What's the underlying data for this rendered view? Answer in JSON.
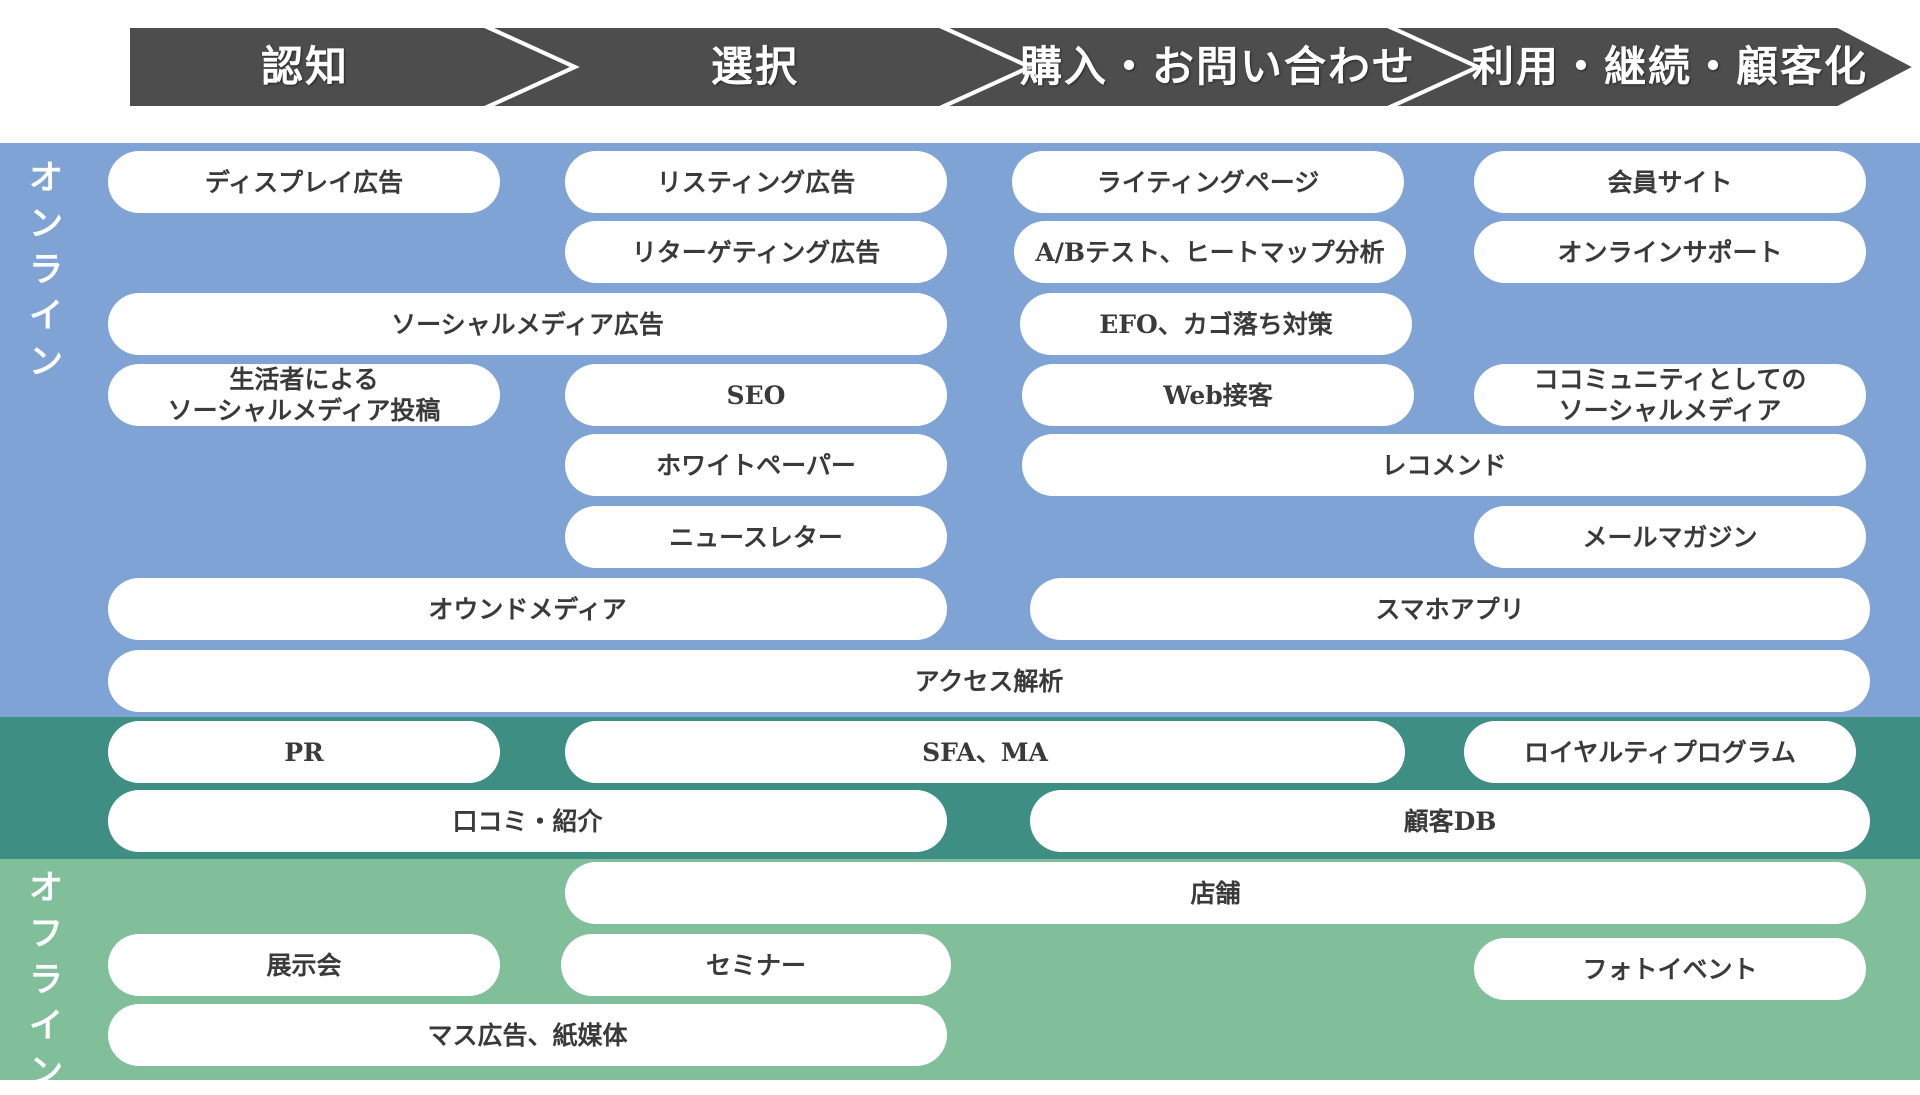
{
  "colors": {
    "arrow": "#4d4d4d",
    "arrow_outline": "#ffffff",
    "online_band": "#7fa3d5",
    "both_band": "#3e8e83",
    "offline_band": "#80bf9a",
    "pill": "#ffffff",
    "pill_text": "#3a3a3a"
  },
  "phases": [
    {
      "label": "認知"
    },
    {
      "label": "選択"
    },
    {
      "label": "購入・お問い合わせ"
    },
    {
      "label": "利用・継続・顧客化"
    }
  ],
  "bands": {
    "online": {
      "label": "オンライン"
    },
    "offline": {
      "label": "オフライン"
    }
  },
  "touchpoints": [
    {
      "label": "ディスプレイ広告"
    },
    {
      "label": "リスティング広告"
    },
    {
      "label": "ライティングページ"
    },
    {
      "label": "会員サイト"
    },
    {
      "label": "リターゲティング広告"
    },
    {
      "label": "A/Bテスト、ヒートマップ分析"
    },
    {
      "label": "オンラインサポート"
    },
    {
      "label": "ソーシャルメディア広告"
    },
    {
      "label": "EFO、カゴ落ち対策"
    },
    {
      "label": "生活者による\nソーシャルメディア投稿"
    },
    {
      "label": "SEO"
    },
    {
      "label": "Web接客"
    },
    {
      "label": "ココミュニティとしての\nソーシャルメディア"
    },
    {
      "label": "ホワイトペーパー"
    },
    {
      "label": "レコメンド"
    },
    {
      "label": "ニュースレター"
    },
    {
      "label": "メールマガジン"
    },
    {
      "label": "オウンドメディア"
    },
    {
      "label": "スマホアプリ"
    },
    {
      "label": "アクセス解析"
    },
    {
      "label": "PR"
    },
    {
      "label": "SFA、MA"
    },
    {
      "label": "ロイヤルティプログラム"
    },
    {
      "label": "口コミ・紹介"
    },
    {
      "label": "顧客DB"
    },
    {
      "label": "店舗"
    },
    {
      "label": "展示会"
    },
    {
      "label": "セミナー"
    },
    {
      "label": "フォトイベント"
    },
    {
      "label": "マス広告、紙媒体"
    }
  ]
}
